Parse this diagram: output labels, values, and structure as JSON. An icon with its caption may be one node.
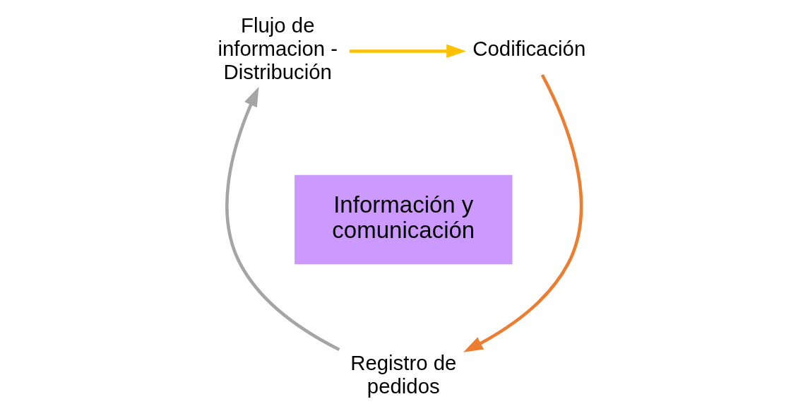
{
  "diagram": {
    "nodes": [
      {
        "text": [
          "Flujo de informacion - Distribución"
        ]
      },
      {
        "text": [
          "Codificación"
        ]
      },
      {
        "text": [
          "Registro de pedidos"
        ]
      },
      {
        "text": [
          "Información y comunicación"
        ]
      }
    ],
    "edges": [
      {
        "from": 0,
        "to": 1,
        "arrow": "to",
        "color": "#ffc000"
      },
      {
        "from": 1,
        "to": 2,
        "arrow": "to",
        "color": "#ed7d31"
      },
      {
        "from": 2,
        "to": 0,
        "arrow": "to",
        "color": "#a5a5a5"
      }
    ]
  }
}
